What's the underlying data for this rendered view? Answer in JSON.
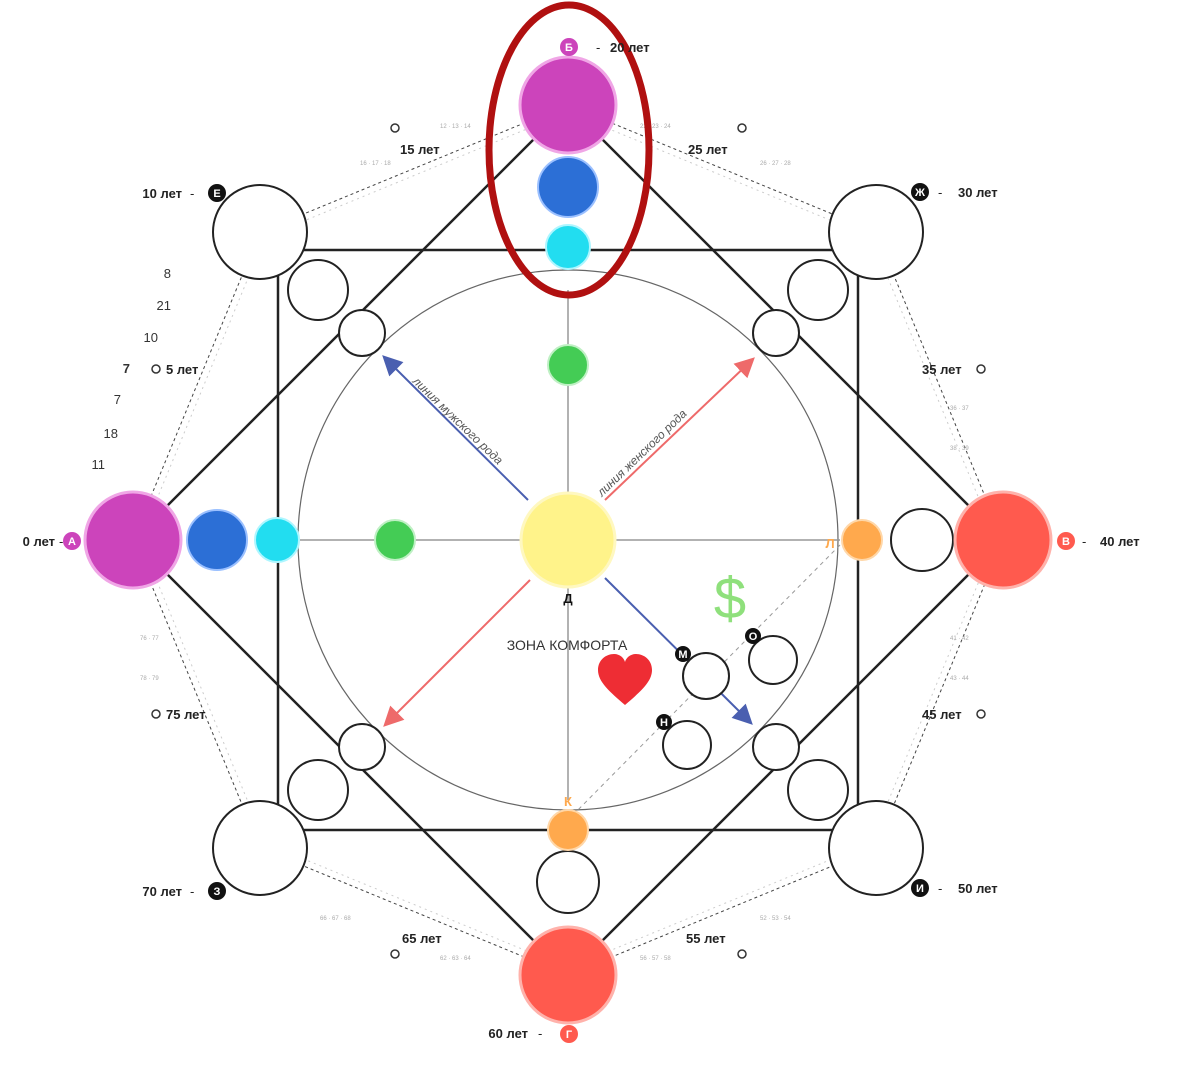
{
  "points": {
    "A": {
      "letter": "А",
      "age": "0 лет",
      "color": "#cc44bb"
    },
    "B": {
      "letter": "Б",
      "age": "20 лет",
      "color": "#cc44bb"
    },
    "V": {
      "letter": "В",
      "age": "40 лет",
      "color": "#ff5a4e"
    },
    "G": {
      "letter": "Г",
      "age": "60 лет",
      "color": "#ff5a4e"
    },
    "E": {
      "letter": "Е",
      "age": "10 лет",
      "color": "#111111"
    },
    "Zh": {
      "letter": "Ж",
      "age": "30 лет",
      "color": "#111111"
    },
    "Z": {
      "letter": "З",
      "age": "70 лет",
      "color": "#111111"
    },
    "I": {
      "letter": "И",
      "age": "50 лет",
      "color": "#111111"
    }
  },
  "age_marks": {
    "a5": "5 лет",
    "a15": "15 лет",
    "a25": "25 лет",
    "a35": "35 лет",
    "a45": "45 лет",
    "a55": "55 лет",
    "a65": "65 лет",
    "a75": "75 лет"
  },
  "left_numbers": {
    "n1": "8",
    "n2": "21",
    "n3": "10",
    "n4": "7",
    "n5": "7",
    "n6": "18",
    "n7": "11"
  },
  "inner_letters": {
    "D": "Д",
    "K": "К",
    "L": "Л",
    "M": "М",
    "N": "Н",
    "O": "О"
  },
  "lines": {
    "male": "линия мужского рода",
    "female": "линия женского рода"
  },
  "comfort_zone": "ЗОНА КОМФОРТА",
  "dollar": "$",
  "colors": {
    "purple": "#cc44bb",
    "blue": "#2c6fd6",
    "cyan": "#22ddf0",
    "green": "#44cc55",
    "yellow": "#fff38a",
    "orange": "#ffa94d",
    "red": "#ff5a4e",
    "highlight": "#b01010",
    "male_line": "#4a5fb0",
    "female_line": "#ee6a6a"
  }
}
